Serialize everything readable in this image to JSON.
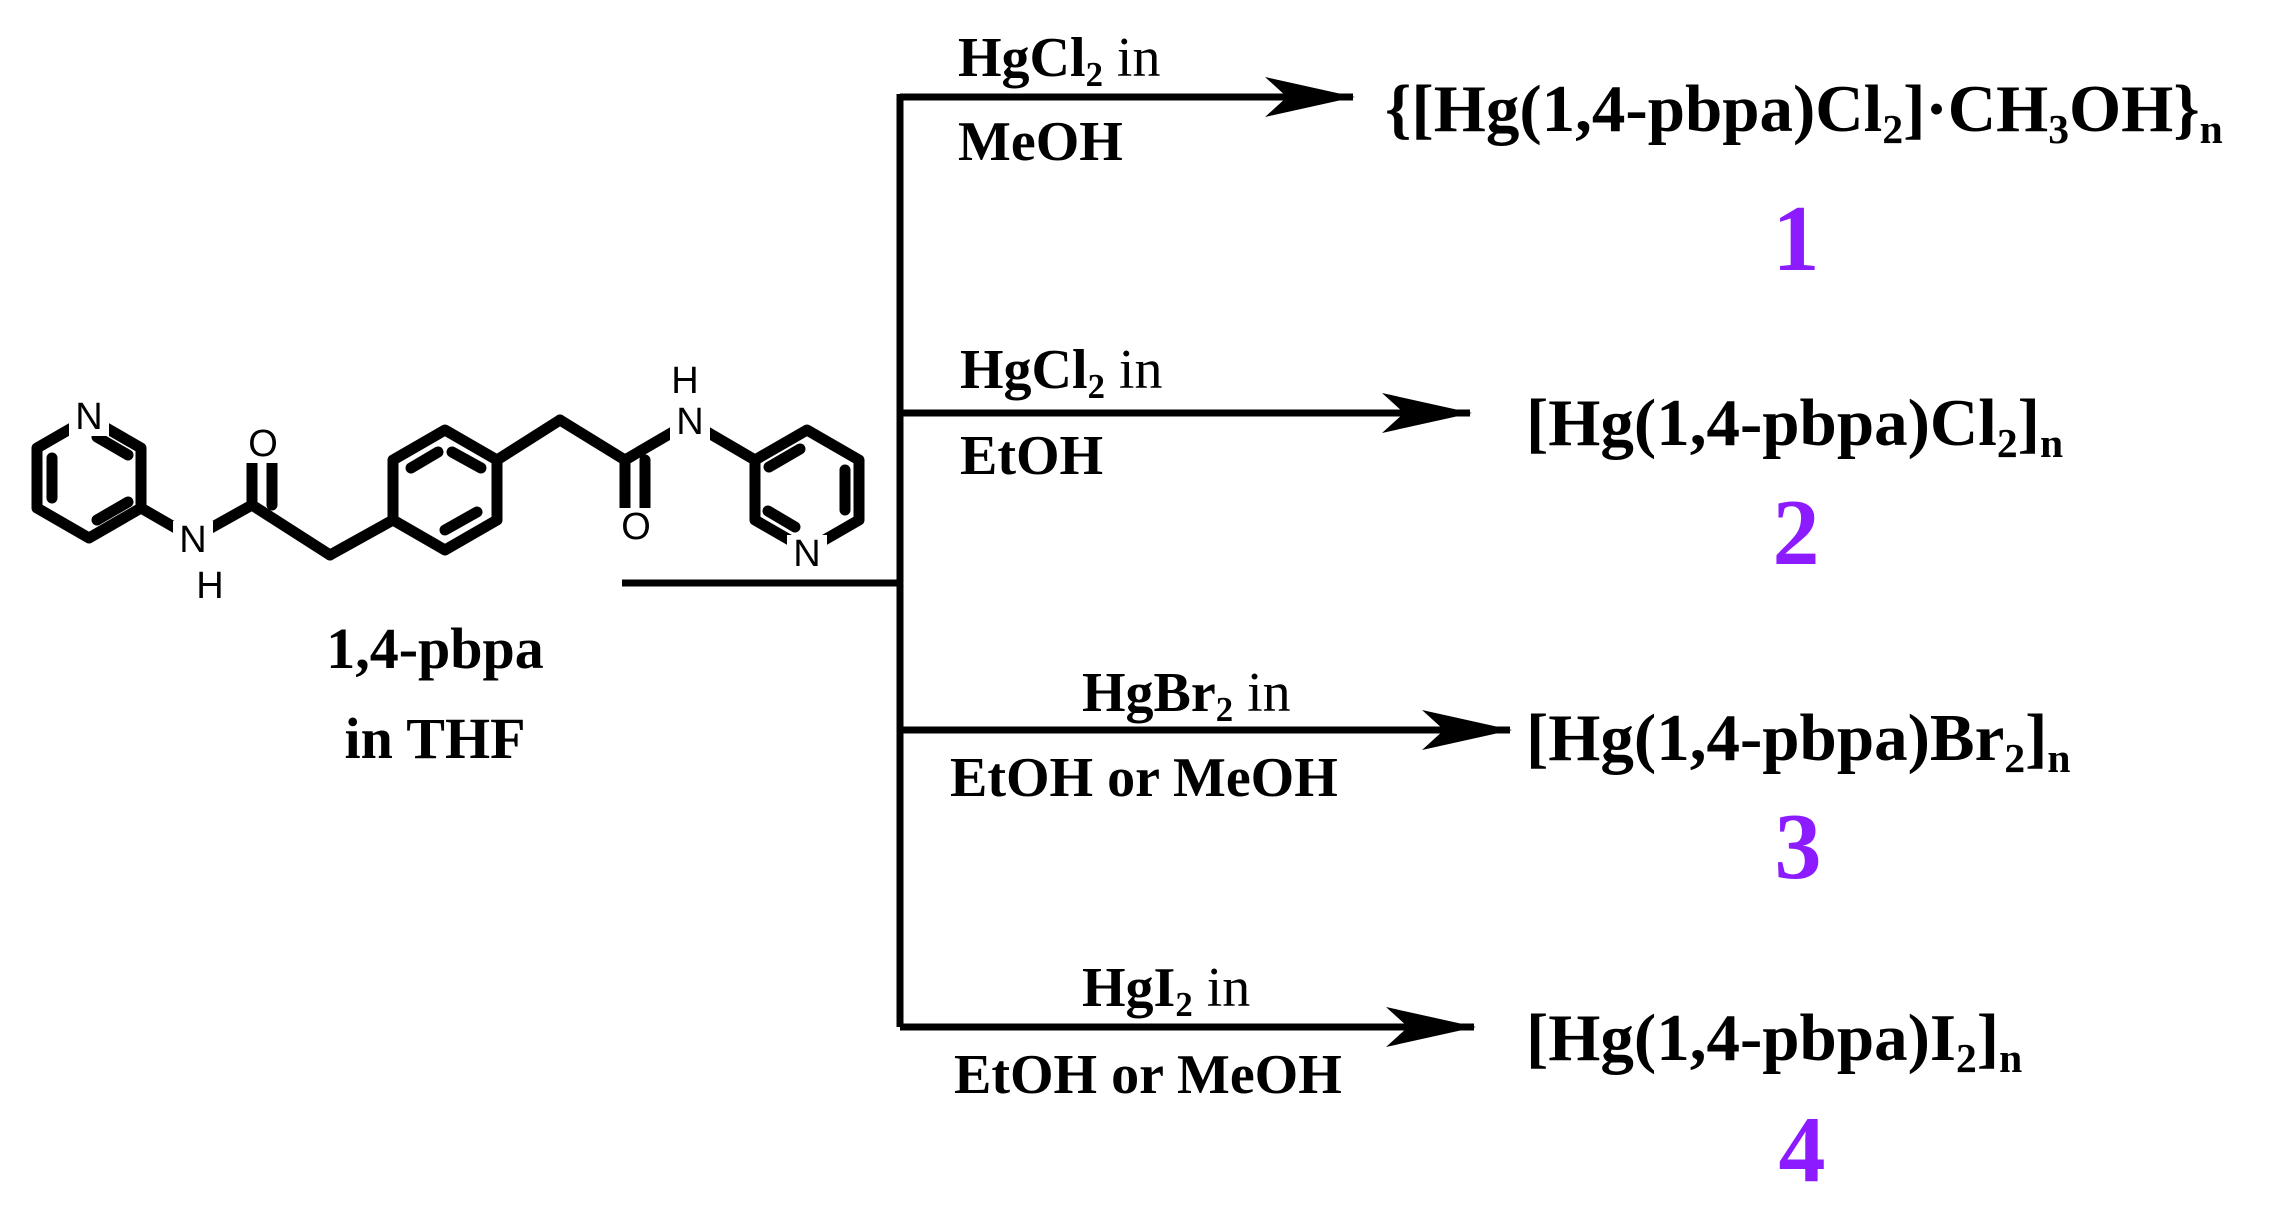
{
  "colors": {
    "ink": "#000000",
    "compound_number": "#8C1BFF"
  },
  "ligand": {
    "atoms": {
      "N": "N",
      "H": "H",
      "O": "O"
    },
    "name": "1,4-pbpa",
    "solvent": "in THF"
  },
  "routes": [
    {
      "reagent": {
        "formula": "HgCl",
        "subscript": "2",
        "suffix": "in"
      },
      "solvent": "MeOH",
      "product": {
        "parts": [
          "{[Hg(1,4-pbpa)Cl",
          "2",
          "]·CH",
          "3",
          "OH}",
          "n"
        ]
      },
      "number": "1"
    },
    {
      "reagent": {
        "formula": "HgCl",
        "subscript": "2",
        "suffix": "in"
      },
      "solvent": "EtOH",
      "product": {
        "parts": [
          "[Hg(1,4-pbpa)Cl",
          "2",
          "]",
          "n"
        ]
      },
      "number": "2"
    },
    {
      "reagent": {
        "formula": "HgBr",
        "subscript": "2",
        "suffix": "in"
      },
      "solvent": "EtOH or MeOH",
      "product": {
        "parts": [
          "[Hg(1,4-pbpa)Br",
          "2",
          "]",
          "n"
        ]
      },
      "number": "3"
    },
    {
      "reagent": {
        "formula": "HgI",
        "subscript": "2",
        "suffix": "in"
      },
      "solvent": "EtOH or MeOH",
      "product": {
        "parts": [
          "[Hg(1,4-pbpa)I",
          "2",
          "]",
          "n"
        ]
      },
      "number": "4"
    }
  ]
}
